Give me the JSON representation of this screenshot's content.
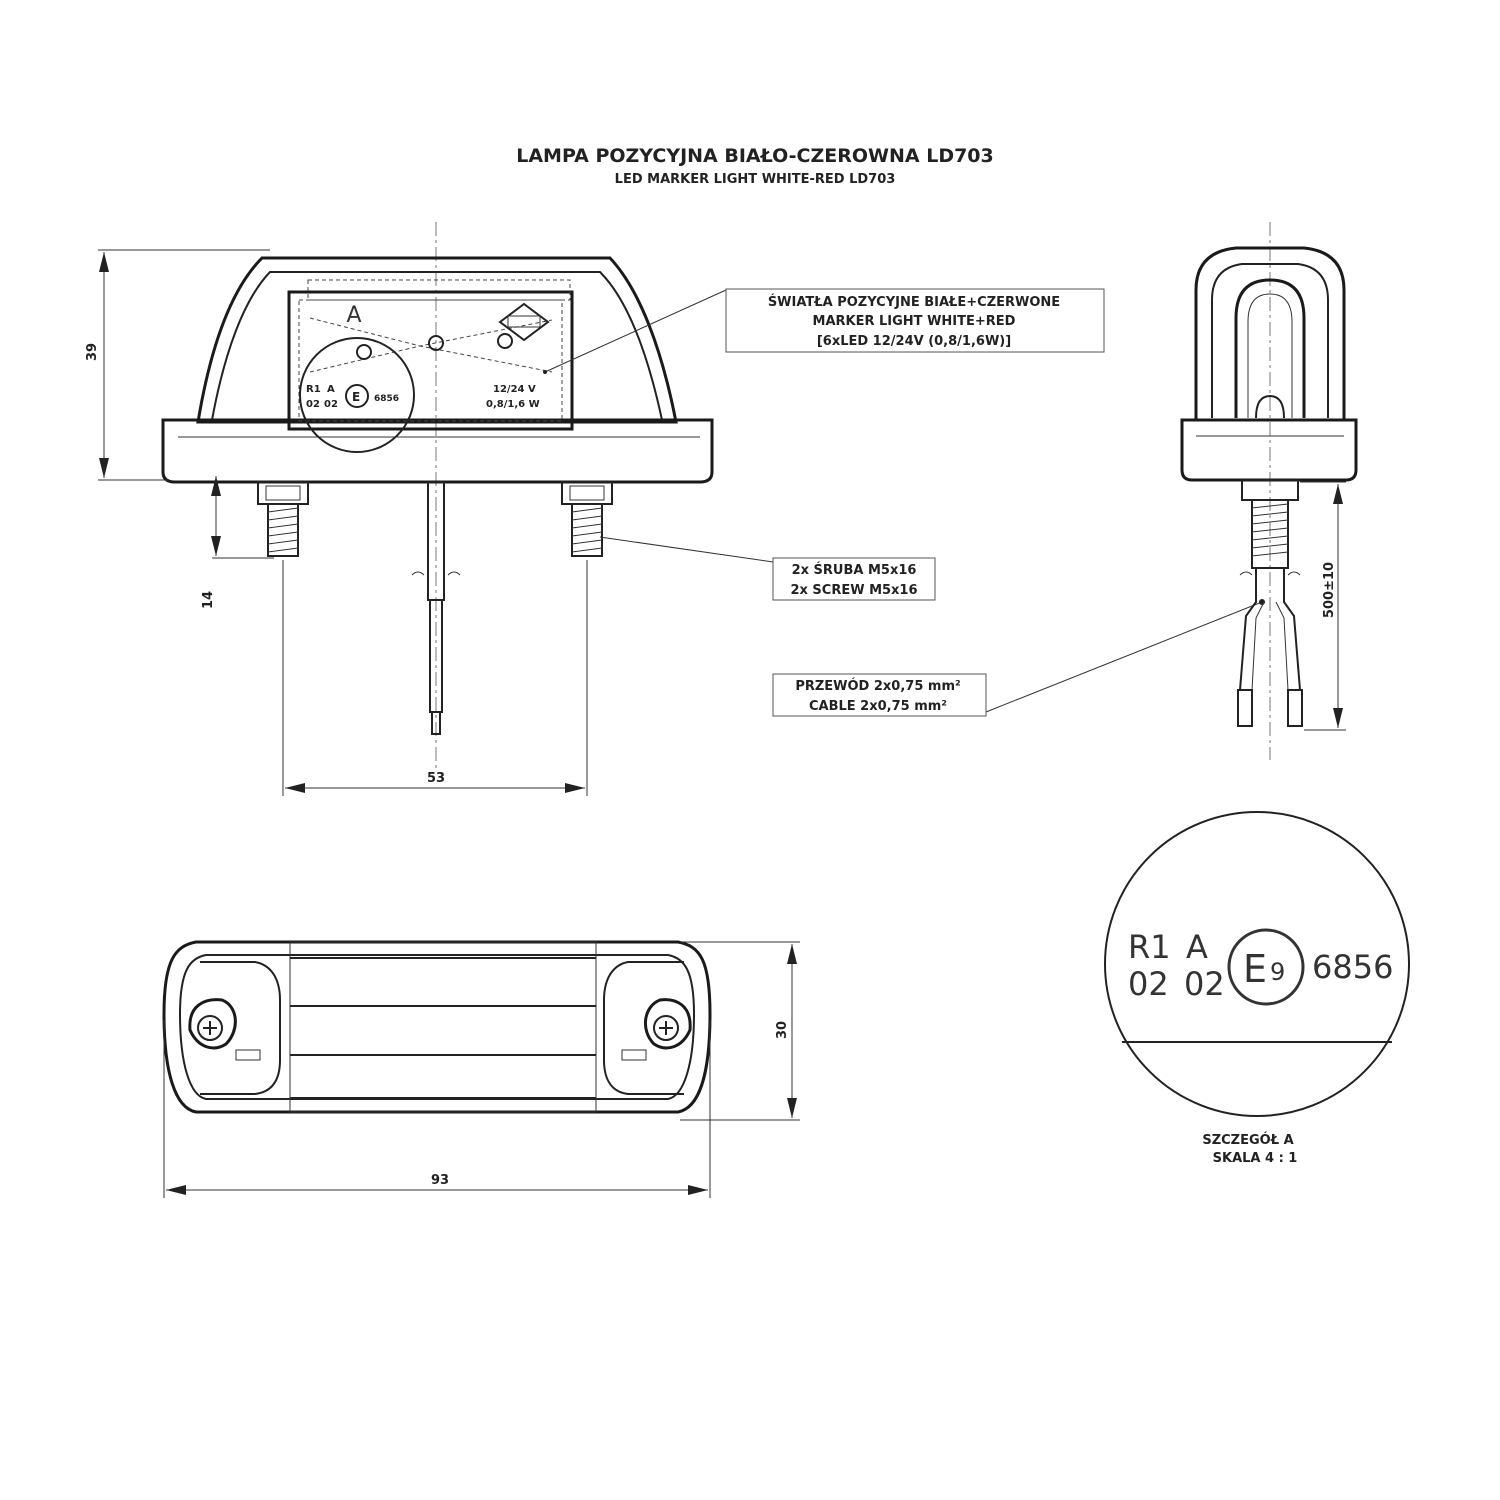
{
  "title": {
    "pl": "LAMPA POZYCYJNA BIAŁO-CZEROWNA LD703",
    "en": "LED MARKER LIGHT WHITE-RED LD703"
  },
  "callouts": {
    "lights": {
      "line1": "ŚWIATŁA POZYCYJNE BIAŁE+CZERWONE",
      "line2": "MARKER LIGHT WHITE+RED",
      "line3": "[6xLED 12/24V (0,8/1,6W)]"
    },
    "screws": {
      "line1": "2x ŚRUBA M5x16",
      "line2": "2x SCREW M5x16"
    },
    "cable": {
      "line1": "PRZEWÓD 2x0,75 mm²",
      "line2": "CABLE 2x0,75 mm²"
    }
  },
  "dimensions": {
    "front_height": "39",
    "screw_length": "14",
    "screw_spacing": "53",
    "cable_length": "500±10",
    "top_width": "93",
    "top_depth": "30"
  },
  "lens_marking": {
    "detail_letter": "A",
    "row1_left": "R1",
    "row1_mid": "A",
    "row2_left": "02",
    "row2_mid": "02",
    "e_mark": "E",
    "e_mark_number": "9",
    "approval_number": "6856",
    "volt_label": "12/24 V",
    "watt_label": "0,8/1,6 W"
  },
  "detail": {
    "label": "SZCZEGÓŁ A",
    "scale": "SKALA 4 : 1"
  }
}
